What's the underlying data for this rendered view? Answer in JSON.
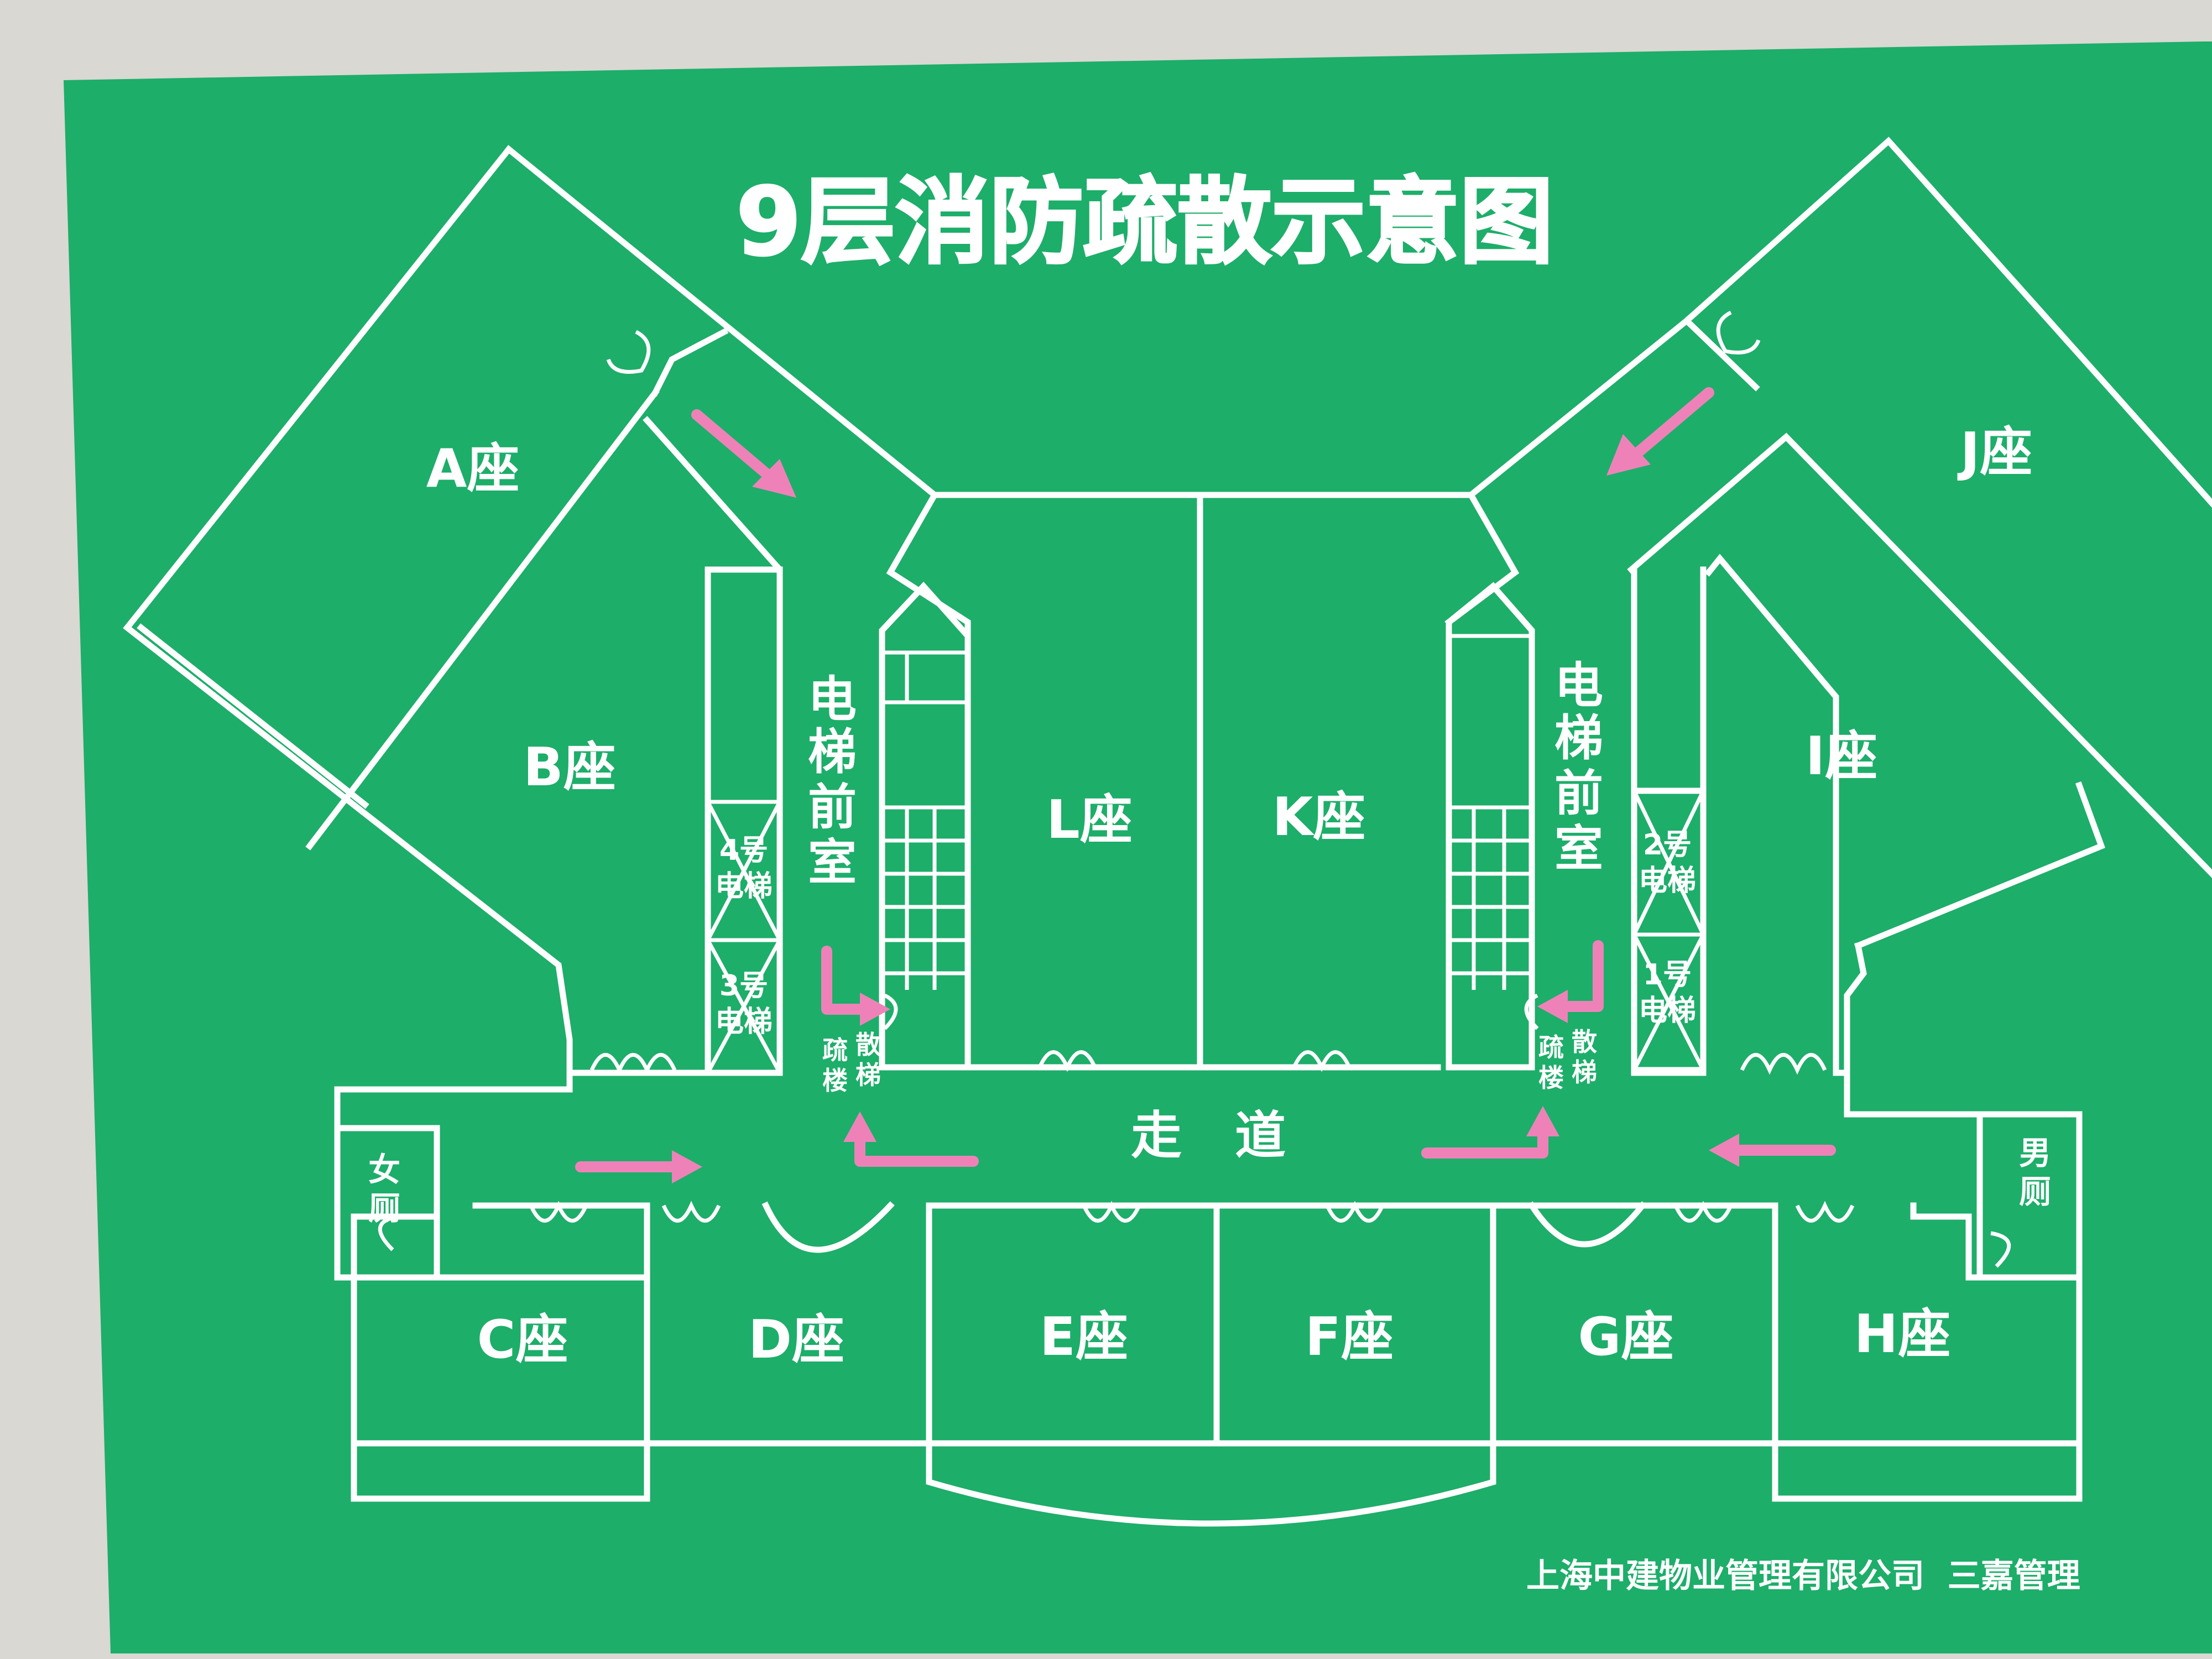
{
  "sign": {
    "title": "9层消防疏散示意图",
    "footer": "上海中建物业管理有限公司  三嘉管理",
    "colors": {
      "board": "#1dae6a",
      "lines": "#ffffff",
      "arrows": "#ee82b8",
      "wall": "#d9d8d2"
    }
  },
  "zones": {
    "a": "A座",
    "b": "B座",
    "c": "C座",
    "d": "D座",
    "e": "E座",
    "f": "F座",
    "g": "G座",
    "h": "H座",
    "i": "I座",
    "j": "J座",
    "k": "K座",
    "l": "L座"
  },
  "labels": {
    "elevator_lobby_left": [
      "电",
      "梯",
      "前",
      "室"
    ],
    "elevator_lobby_right": [
      "电",
      "梯",
      "前",
      "室"
    ],
    "elevator4": [
      "4号",
      "电梯"
    ],
    "elevator3": [
      "3号",
      "电梯"
    ],
    "elevator2": [
      "2号",
      "电梯"
    ],
    "elevator1": [
      "1号",
      "电梯"
    ],
    "stair_left": {
      "col1": [
        "疏",
        "楼"
      ],
      "col2": [
        "散",
        "梯"
      ]
    },
    "stair_right": {
      "col1": [
        "疏",
        "楼"
      ],
      "col2": [
        "散",
        "梯"
      ]
    },
    "corridor": "走   道",
    "female_wc": [
      "女",
      "厕"
    ],
    "male_wc": [
      "男",
      "厕"
    ]
  },
  "icons": [
    "evacuation-arrow",
    "door-swing",
    "stair-treads"
  ]
}
